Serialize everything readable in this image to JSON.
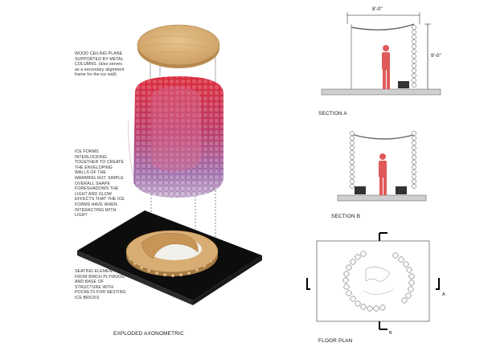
{
  "annotations": {
    "ceiling": "WOOD CEILING PLANE SUPPORTED BY METAL COLUMNS. (also serves as a secondary alignment frame for the ice wall)",
    "ice_forms": "ICE FORMS INTERLOCKING TOGETHER TO CREATE THE ENVELOPING WALLS OF THE WARMING HUT. SIMPLE OVERALL SHAPE FORESHADOWS THE LIGHT AND GLOW EFFECTS THAT THE ICE FORMS HAVE WHEN INTERACTING WITH LIGHT",
    "seating": "SEATING ELEMENT FROM BIRCH PLYWOOD AND BASE OF STRUCTURE WITH POCKETS FOR NESTING ICE BRICKS"
  },
  "captions": {
    "axonometric": "EXPLODED AXONOMETRIC",
    "section_a": "SECTION A",
    "section_b": "SECTION B",
    "floor_plan": "FLOOR PLAN"
  },
  "dimensions": {
    "width": "8'-0\"",
    "height": "9'-0\""
  },
  "plan_marks": {
    "a": "A",
    "b": "B"
  },
  "colors": {
    "wood": "#d9b27a",
    "ice_top": "#e0303e",
    "ice_bottom": "#b8a0c8",
    "figure": "#e05a5a",
    "base": "#111111"
  }
}
